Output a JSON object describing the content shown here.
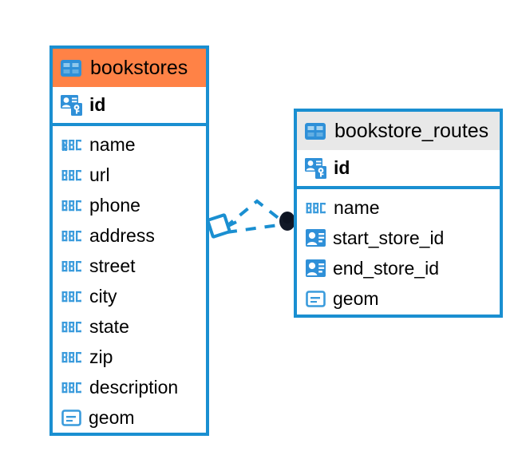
{
  "diagram": {
    "type": "entity-relationship-diagram",
    "colors": {
      "entity_border": "#1a8fd1",
      "header_highlight": "#ff8246",
      "header_default": "#e8e8e8",
      "icon_blue": "#2f90d8",
      "connector": "#1a8fd1",
      "endpoint_dot": "#111827",
      "text": "#000000",
      "background": "#ffffff"
    },
    "entities": [
      {
        "name": "bookstores",
        "header_icon": "table-icon",
        "header_style": "highlight",
        "primary_key": {
          "label": "id",
          "icon": "primary-key-icon",
          "type": "pk"
        },
        "fields": [
          {
            "label": "name",
            "icon": "text-type-icon",
            "type": "text"
          },
          {
            "label": "url",
            "icon": "text-type-icon",
            "type": "text"
          },
          {
            "label": "phone",
            "icon": "text-type-icon",
            "type": "text"
          },
          {
            "label": "address",
            "icon": "text-type-icon",
            "type": "text"
          },
          {
            "label": "street",
            "icon": "text-type-icon",
            "type": "text"
          },
          {
            "label": "city",
            "icon": "text-type-icon",
            "type": "text"
          },
          {
            "label": "state",
            "icon": "text-type-icon",
            "type": "text"
          },
          {
            "label": "zip",
            "icon": "text-type-icon",
            "type": "text"
          },
          {
            "label": "description",
            "icon": "text-type-icon",
            "type": "text"
          },
          {
            "label": "geom",
            "icon": "geometry-type-icon",
            "type": "geometry"
          }
        ]
      },
      {
        "name": "bookstore_routes",
        "header_icon": "table-icon",
        "header_style": "default",
        "primary_key": {
          "label": "id",
          "icon": "primary-key-icon",
          "type": "pk"
        },
        "fields": [
          {
            "label": "name",
            "icon": "text-type-icon",
            "type": "text"
          },
          {
            "label": "start_store_id",
            "icon": "foreign-key-icon",
            "type": "fk"
          },
          {
            "label": "end_store_id",
            "icon": "foreign-key-icon",
            "type": "fk"
          },
          {
            "label": "geom",
            "icon": "geometry-type-icon",
            "type": "geometry"
          }
        ]
      }
    ],
    "relationship": {
      "style": "dashed",
      "source_handle": "diamond-handle-icon",
      "target_handle": "filled-circle-endpoint-icon",
      "from": "bookstores",
      "to": "bookstore_routes"
    }
  }
}
